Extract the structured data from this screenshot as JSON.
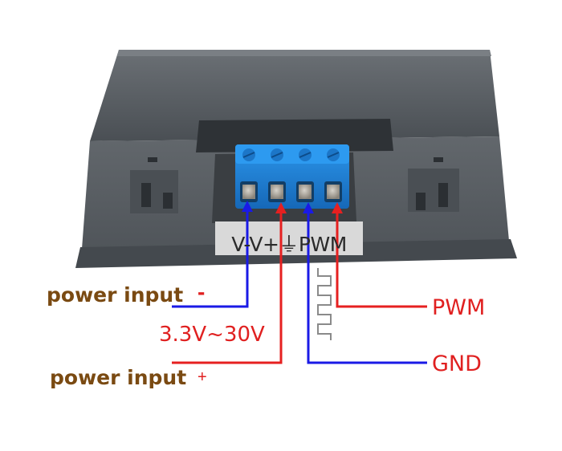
{
  "labels": {
    "power_minus_text": "power input",
    "power_minus_sign": "-",
    "voltage_range": "3.3V~30V",
    "power_plus_text": "power input",
    "power_plus_sign": "+",
    "pwm": "PWM",
    "gnd": "GND"
  },
  "terminal_pins": "V-V+⏚PWM",
  "colors": {
    "wire_negative": "#1a1ae6",
    "wire_positive": "#e62020",
    "label_brown": "#7a4a12",
    "terminal_blue": "#1a7fd6",
    "case_gray": "#5c6166"
  }
}
